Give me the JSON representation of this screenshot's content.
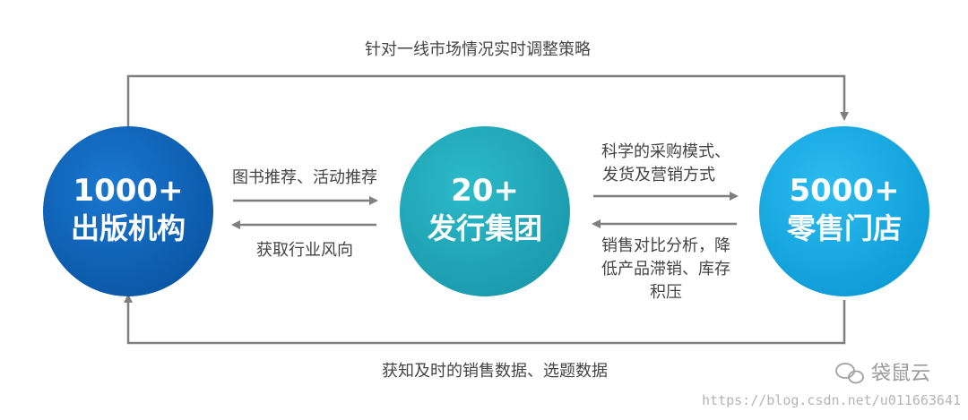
{
  "nodes": {
    "publishers": {
      "number": "1000+",
      "name": "出版机构",
      "color": "#0d63b6"
    },
    "distributors": {
      "number": "20+",
      "name": "发行集团",
      "color": "#22a8b8"
    },
    "retailers": {
      "number": "5000+",
      "name": "零售门店",
      "color": "#18a9e2"
    }
  },
  "edges": {
    "top_loop": "针对一线市场情况实时调整策略",
    "bottom_loop": "获知及时的销售数据、选题数据",
    "pub_to_dist": "图书推荐、活动推荐",
    "dist_to_pub": "获取行业风向",
    "dist_to_retail_line1": "科学的采购模式、",
    "dist_to_retail_line2": "发货及营销方式",
    "retail_to_dist_line1": "销售对比分析，降",
    "retail_to_dist_line2": "低产品滞销、库存",
    "retail_to_dist_line3": "积压"
  },
  "watermark": {
    "brand": "袋鼠云",
    "url": "https://blog.csdn.net/u011663641"
  },
  "colors": {
    "arrow": "#7f7f7f",
    "text": "#444444"
  }
}
